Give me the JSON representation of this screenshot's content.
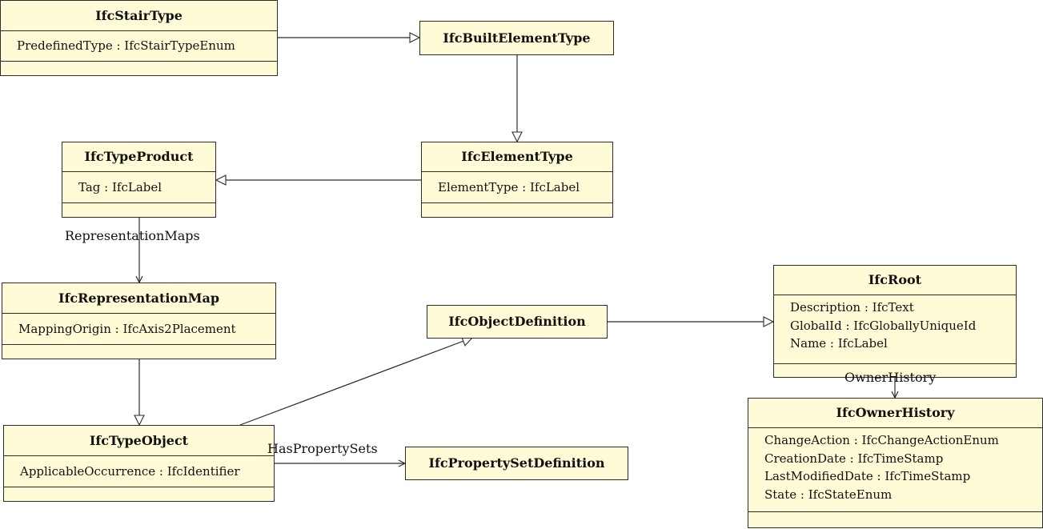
{
  "classes": {
    "stair_type": {
      "name": "IfcStairType",
      "attributes": [
        "PredefinedType : IfcStairTypeEnum"
      ]
    },
    "built_element_type": {
      "name": "IfcBuiltElementType"
    },
    "type_product": {
      "name": "IfcTypeProduct",
      "attributes": [
        "Tag : IfcLabel"
      ]
    },
    "element_type": {
      "name": "IfcElementType",
      "attributes": [
        "ElementType : IfcLabel"
      ]
    },
    "representation_map": {
      "name": "IfcRepresentationMap",
      "attributes": [
        "MappingOrigin : IfcAxis2Placement"
      ]
    },
    "object_definition": {
      "name": "IfcObjectDefinition"
    },
    "root": {
      "name": "IfcRoot",
      "attributes": [
        "Description : IfcText",
        "GlobalId : IfcGloballyUniqueId",
        "Name : IfcLabel"
      ]
    },
    "type_object": {
      "name": "IfcTypeObject",
      "attributes": [
        "ApplicableOccurrence : IfcIdentifier"
      ]
    },
    "property_set_definition": {
      "name": "IfcPropertySetDefinition"
    },
    "owner_history": {
      "name": "IfcOwnerHistory",
      "attributes": [
        "ChangeAction : IfcChangeActionEnum",
        "CreationDate : IfcTimeStamp",
        "LastModifiedDate : IfcTimeStamp",
        "State : IfcStateEnum"
      ]
    }
  },
  "associations": {
    "representation_maps": "RepresentationMaps",
    "has_property_sets": "HasPropertySets",
    "owner_history": "OwnerHistory"
  },
  "colors": {
    "box_fill": "#fffbd6",
    "line": "#2b2b2b"
  }
}
